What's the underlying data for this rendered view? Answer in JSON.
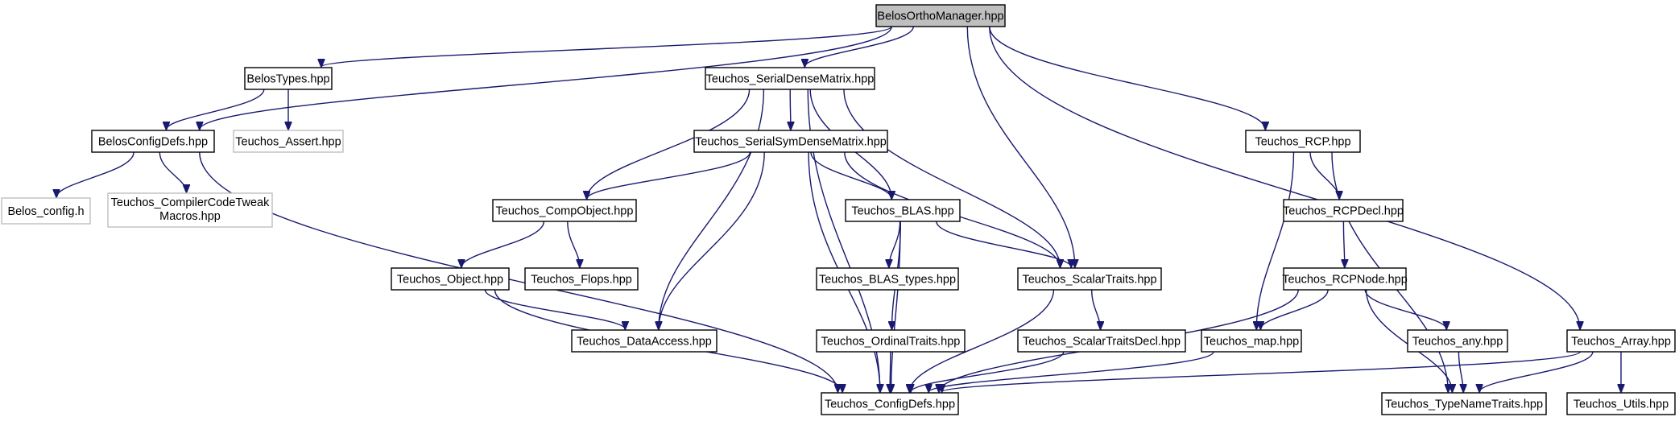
{
  "graph": {
    "edge_color": "#191970",
    "root_fill": "#bfbfbf",
    "external_border": "#bfbfbf",
    "nodes": [
      {
        "id": "root",
        "label": "BelosOrthoManager.hpp",
        "style": "root"
      },
      {
        "id": "belostypes",
        "label": "BelosTypes.hpp",
        "style": "normal"
      },
      {
        "id": "serialdense",
        "label": "Teuchos_SerialDenseMatrix.hpp",
        "style": "normal"
      },
      {
        "id": "belosconfig",
        "label": "BelosConfigDefs.hpp",
        "style": "normal"
      },
      {
        "id": "assert",
        "label": "Teuchos_Assert.hpp",
        "style": "external"
      },
      {
        "id": "symdense",
        "label": "Teuchos_SerialSymDenseMatrix.hpp",
        "style": "normal"
      },
      {
        "id": "rcp",
        "label": "Teuchos_RCP.hpp",
        "style": "normal"
      },
      {
        "id": "belos_config_h",
        "label": "Belos_config.h",
        "style": "external"
      },
      {
        "id": "compilertweak",
        "label": "Teuchos_CompilerCodeTweak",
        "label2": "Macros.hpp",
        "style": "external"
      },
      {
        "id": "compobject",
        "label": "Teuchos_CompObject.hpp",
        "style": "normal"
      },
      {
        "id": "blas",
        "label": "Teuchos_BLAS.hpp",
        "style": "normal"
      },
      {
        "id": "rcpdecl",
        "label": "Teuchos_RCPDecl.hpp",
        "style": "normal"
      },
      {
        "id": "object",
        "label": "Teuchos_Object.hpp",
        "style": "normal"
      },
      {
        "id": "flops",
        "label": "Teuchos_Flops.hpp",
        "style": "normal"
      },
      {
        "id": "blastypes",
        "label": "Teuchos_BLAS_types.hpp",
        "style": "normal"
      },
      {
        "id": "scalartraits",
        "label": "Teuchos_ScalarTraits.hpp",
        "style": "normal"
      },
      {
        "id": "rcpnode",
        "label": "Teuchos_RCPNode.hpp",
        "style": "normal"
      },
      {
        "id": "dataaccess",
        "label": "Teuchos_DataAccess.hpp",
        "style": "normal"
      },
      {
        "id": "ordinaltraits",
        "label": "Teuchos_OrdinalTraits.hpp",
        "style": "normal"
      },
      {
        "id": "scalartraitsdecl",
        "label": "Teuchos_ScalarTraitsDecl.hpp",
        "style": "normal"
      },
      {
        "id": "map",
        "label": "Teuchos_map.hpp",
        "style": "normal"
      },
      {
        "id": "any",
        "label": "Teuchos_any.hpp",
        "style": "normal"
      },
      {
        "id": "array",
        "label": "Teuchos_Array.hpp",
        "style": "normal"
      },
      {
        "id": "configdefs",
        "label": "Teuchos_ConfigDefs.hpp",
        "style": "normal"
      },
      {
        "id": "typenametraits",
        "label": "Teuchos_TypeNameTraits.hpp",
        "style": "normal"
      },
      {
        "id": "utils",
        "label": "Teuchos_Utils.hpp",
        "style": "normal"
      }
    ],
    "edges": [
      [
        "root",
        "belosconfig"
      ],
      [
        "root",
        "belostypes"
      ],
      [
        "root",
        "serialdense"
      ],
      [
        "root",
        "scalartraits"
      ],
      [
        "root",
        "rcp"
      ],
      [
        "root",
        "array"
      ],
      [
        "belostypes",
        "belosconfig"
      ],
      [
        "belostypes",
        "assert"
      ],
      [
        "belosconfig",
        "belos_config_h"
      ],
      [
        "belosconfig",
        "compilertweak"
      ],
      [
        "belosconfig",
        "configdefs"
      ],
      [
        "serialdense",
        "symdense"
      ],
      [
        "serialdense",
        "compobject"
      ],
      [
        "serialdense",
        "dataaccess"
      ],
      [
        "serialdense",
        "configdefs"
      ],
      [
        "serialdense",
        "blas"
      ],
      [
        "serialdense",
        "scalartraits"
      ],
      [
        "symdense",
        "compobject"
      ],
      [
        "symdense",
        "dataaccess"
      ],
      [
        "symdense",
        "configdefs"
      ],
      [
        "symdense",
        "blas"
      ],
      [
        "symdense",
        "scalartraits"
      ],
      [
        "compobject",
        "object"
      ],
      [
        "compobject",
        "flops"
      ],
      [
        "object",
        "dataaccess"
      ],
      [
        "object",
        "configdefs"
      ],
      [
        "blas",
        "blastypes"
      ],
      [
        "blas",
        "ordinaltraits"
      ],
      [
        "blas",
        "configdefs"
      ],
      [
        "blas",
        "scalartraits"
      ],
      [
        "scalartraits",
        "scalartraitsdecl"
      ],
      [
        "scalartraits",
        "configdefs"
      ],
      [
        "ordinaltraits",
        "configdefs"
      ],
      [
        "scalartraitsdecl",
        "configdefs"
      ],
      [
        "rcp",
        "rcpdecl"
      ],
      [
        "rcp",
        "map"
      ],
      [
        "rcp",
        "typenametraits"
      ],
      [
        "rcpdecl",
        "rcpnode"
      ],
      [
        "rcpnode",
        "map"
      ],
      [
        "rcpnode",
        "any"
      ],
      [
        "rcpnode",
        "typenametraits"
      ],
      [
        "rcpnode",
        "configdefs"
      ],
      [
        "map",
        "configdefs"
      ],
      [
        "any",
        "typenametraits"
      ],
      [
        "array",
        "configdefs"
      ],
      [
        "array",
        "typenametraits"
      ],
      [
        "array",
        "utils"
      ]
    ]
  }
}
